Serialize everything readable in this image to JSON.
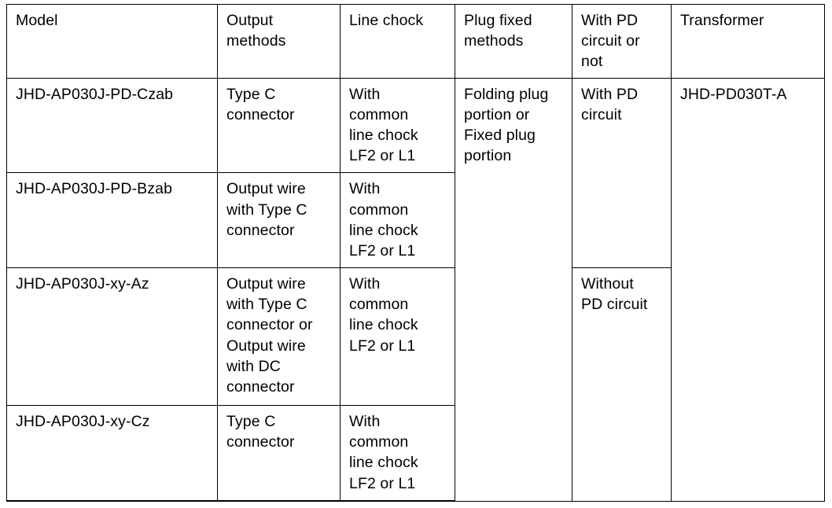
{
  "document": {
    "type": "specification-table",
    "title": "Model specification comparison table"
  },
  "table": {
    "columns": [
      {
        "key": "model",
        "header": "Model"
      },
      {
        "key": "output",
        "header": "Output\nmethods"
      },
      {
        "key": "line_chock",
        "header": "Line chock"
      },
      {
        "key": "plug_fixed",
        "header": "Plug fixed\nmethods"
      },
      {
        "key": "pd_circuit",
        "header": "With PD\ncircuit or\nnot"
      },
      {
        "key": "transformer",
        "header": "Transformer"
      }
    ],
    "rows": [
      {
        "model": "JHD-AP030J-PD-Czab",
        "output": "Type C\nconnector",
        "line_chock": "With\ncommon\nline chock\nLF2 or L1"
      },
      {
        "model": "JHD-AP030J-PD-Bzab",
        "output": "Output wire\nwith Type C\nconnector",
        "line_chock": "With\ncommon\nline chock\nLF2 or L1"
      },
      {
        "model": "JHD-AP030J-xy-Az",
        "output": "Output wire\nwith Type C\nconnector or\nOutput wire\nwith DC\nconnector",
        "line_chock": "With\ncommon\nline chock\nLF2 or L1"
      },
      {
        "model": "JHD-AP030J-xy-Cz",
        "output": "Type C\nconnector",
        "line_chock": "With\ncommon\nline chock\nLF2 or L1"
      }
    ],
    "merged": {
      "plug_fixed_all_rows": "Folding plug\nportion or\nFixed plug\nportion",
      "pd_circuit_rows_1_2": "With PD\ncircuit",
      "pd_circuit_rows_3_4": "Without\nPD circuit",
      "transformer_all_rows": "JHD-PD030T-A"
    }
  },
  "style": {
    "border_color": "#000000",
    "text_color": "#000000",
    "background": "#ffffff"
  }
}
